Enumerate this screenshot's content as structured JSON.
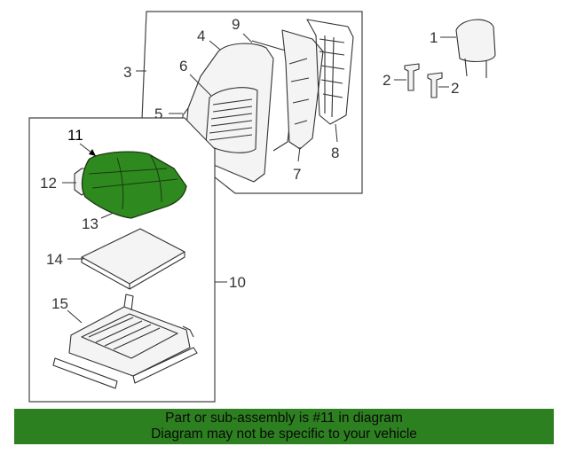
{
  "callouts": {
    "c1": "1",
    "c2a": "2",
    "c2b": "2",
    "c3": "3",
    "c4": "4",
    "c5": "5",
    "c6": "6",
    "c7": "7",
    "c8": "8",
    "c9": "9",
    "c10": "10",
    "c11": "11",
    "c12": "12",
    "c13": "13",
    "c14": "14",
    "c15": "15"
  },
  "highlighted_part": "11",
  "colors": {
    "highlight": "#2e8a1e",
    "banner": "#2d8020",
    "line": "#333333"
  },
  "banner": {
    "line1": "Part or sub-assembly is #11 in diagram",
    "line2": "Diagram may not be specific to your vehicle"
  }
}
